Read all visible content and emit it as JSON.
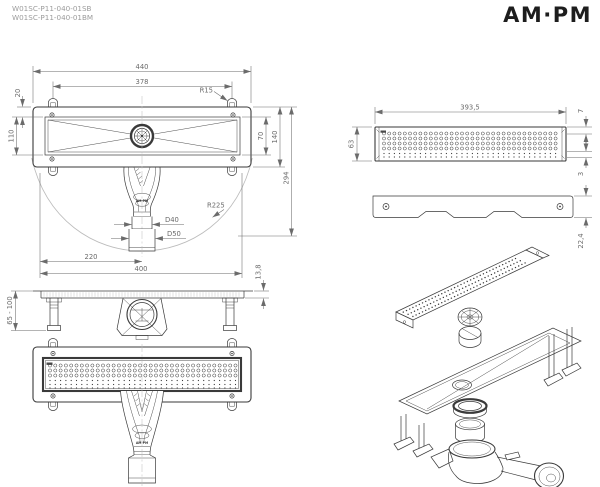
{
  "product_codes": {
    "line1": "W01SC-P11-040-01SB",
    "line2": "W01SC-P11-040-01BM"
  },
  "brand": {
    "logo": "AM·PM"
  },
  "drawing": {
    "top_view": {
      "dim_overall_length": "440",
      "dim_mount_span": "378",
      "dim_corner_radius": "R15",
      "dim_edge_offset": "20",
      "dim_inner_width": "110",
      "dim_channel_width": "70",
      "dim_overall_width": "140",
      "dim_total_depth": "294",
      "dim_swing_radius": "R225",
      "dim_outlet_d40": "D40",
      "dim_outlet_d50": "D50",
      "dim_outlet_offset": "220",
      "dim_body_length": "400"
    },
    "side_view": {
      "dim_height_adjust": "65 - 100",
      "dim_flange_height": "13,8"
    },
    "grate_view": {
      "dim_grate_length": "393,5",
      "dim_grate_width": "63",
      "dim_edge_height": "7",
      "dim_plate_thickness": "3"
    },
    "profile_view": {
      "dim_profile_height": "22,4"
    }
  }
}
